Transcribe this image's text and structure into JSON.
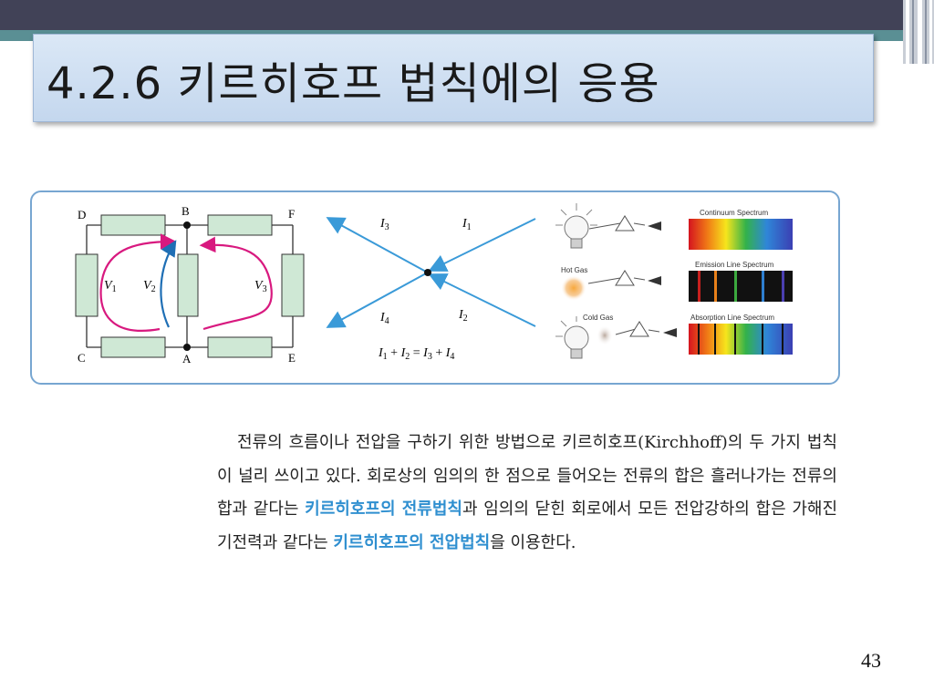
{
  "slide": {
    "title": "4.2.6 키르히호프 법칙에의 응용",
    "page_number": "43"
  },
  "circuit": {
    "nodes": [
      "D",
      "B",
      "F",
      "C",
      "A",
      "E"
    ],
    "voltages": [
      {
        "base": "V",
        "sub": "1"
      },
      {
        "base": "V",
        "sub": "2"
      },
      {
        "base": "V",
        "sub": "3"
      }
    ],
    "colors": {
      "loop": "#d8197f",
      "middle": "#1f6fb5",
      "resistor": "#cfe8d5"
    }
  },
  "junction": {
    "currents": [
      {
        "base": "I",
        "sub": "3"
      },
      {
        "base": "I",
        "sub": "1"
      },
      {
        "base": "I",
        "sub": "4"
      },
      {
        "base": "I",
        "sub": "2"
      }
    ],
    "equation_parts": [
      "I",
      "1",
      " + ",
      "I",
      "2",
      " = ",
      "I",
      "3",
      " + ",
      "I",
      "4"
    ],
    "line_color": "#3a9ad8"
  },
  "spectra": {
    "labels": [
      "Continuum Spectrum",
      "Emission Line Spectrum",
      "Absorption Line Spectrum"
    ],
    "gas_labels": [
      "Hot Gas",
      "Cold Gas"
    ]
  },
  "paragraph": {
    "part1": "전류의 흐름이나 전압을 구하기 위한 방법으로 키르히호프(Kirchhoff)의 두 가지 법칙이 널리 쓰이고 있다. 회로상의 임의의 한 점으로 들어오는 전류의 합은 흘러나가는 전류의 합과 같다는 ",
    "highlight1": "키르히호프의 전류법칙",
    "part2": "과 임의의 닫힌 회로에서 모든 전압강하의 합은 가해진 기전력과 같다는 ",
    "highlight2": "키르히호프의 전압법칙",
    "part3": "을 이용한다."
  }
}
